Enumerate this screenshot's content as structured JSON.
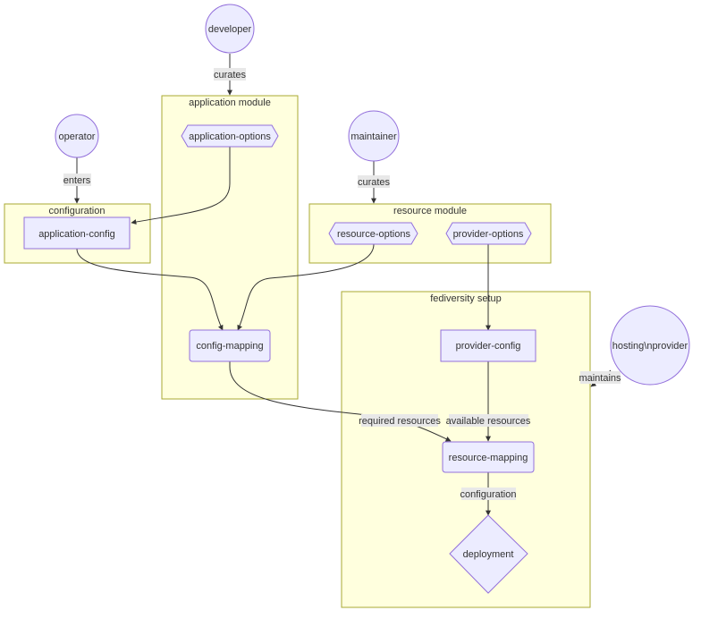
{
  "colors": {
    "node_fill": "#ececff",
    "node_stroke": "#9370db",
    "group_fill": "#ffffde",
    "group_stroke": "#aaaa33",
    "edge": "#333333",
    "label_bg": "#e8e8e8"
  },
  "groups": {
    "application_module": "application module",
    "configuration": "configuration",
    "resource_module": "resource module",
    "fediversity_setup": "fediversity setup"
  },
  "nodes": {
    "developer": "developer",
    "operator": "operator",
    "maintainer": "maintainer",
    "hosting_provider": "hosting\\nprovider",
    "application_options": "application-options",
    "application_config": "application-config",
    "resource_options": "resource-options",
    "provider_options": "provider-options",
    "config_mapping": "config-mapping",
    "provider_config": "provider-config",
    "resource_mapping": "resource-mapping",
    "deployment": "deployment"
  },
  "edge_labels": {
    "curates_app": "curates",
    "enters": "enters",
    "curates_res": "curates",
    "maintains": "maintains",
    "required_resources": "required resources",
    "available_resources": "available resources",
    "configuration": "configuration"
  }
}
